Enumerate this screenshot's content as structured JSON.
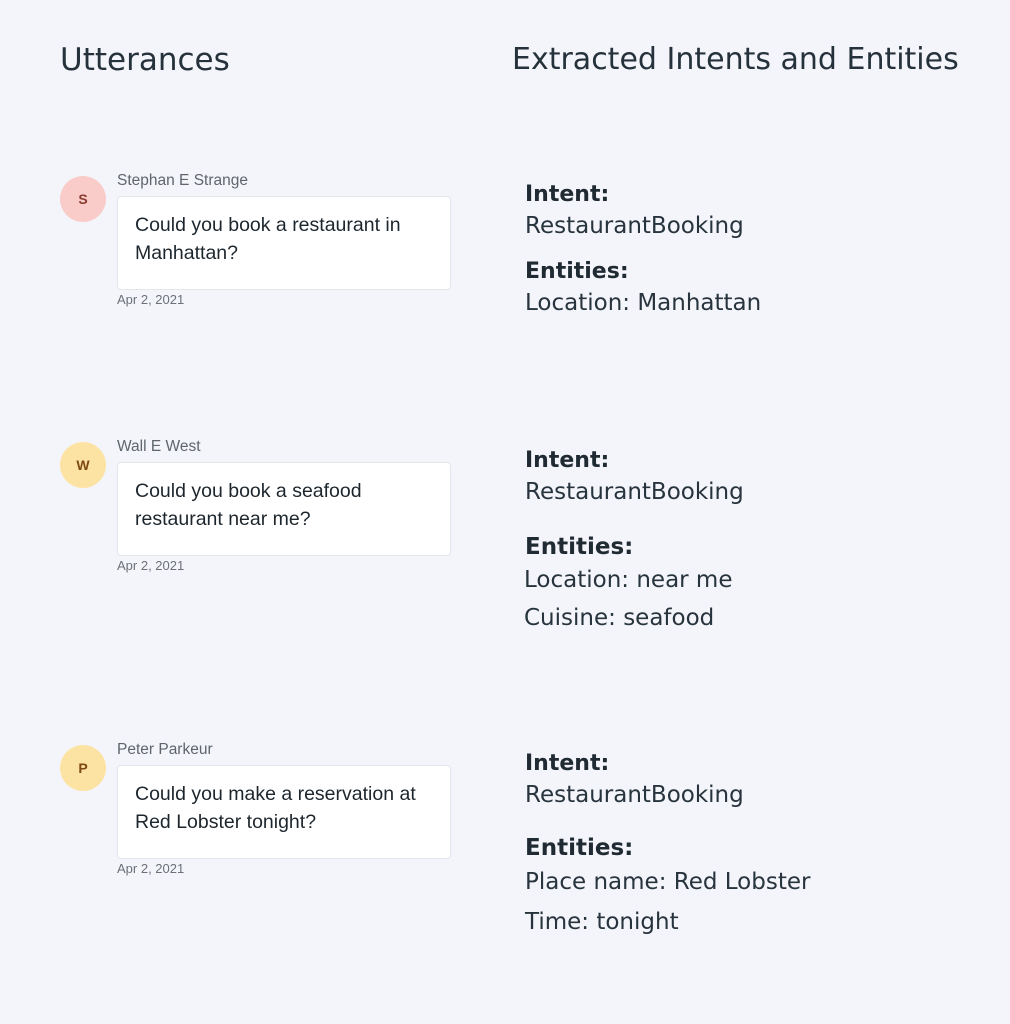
{
  "headings": {
    "left": "Utterances",
    "right": "Extracted Intents and Entities"
  },
  "labels": {
    "intent": "Intent:",
    "entities": "Entities:"
  },
  "utterances": [
    {
      "initial": "S",
      "avatar_bg": "#f9ccca",
      "avatar_fg": "#8a3a2e",
      "name": "Stephan E Strange",
      "text": "Could you book a restaurant in Manhattan?",
      "date": "Apr 2, 2021",
      "intent": "RestaurantBooking",
      "entities": [
        "Location: Manhattan"
      ]
    },
    {
      "initial": "W",
      "avatar_bg": "#fde3a3",
      "avatar_fg": "#7d4a12",
      "name": "Wall E West",
      "text": "Could you book a seafood restaurant near me?",
      "date": "Apr 2, 2021",
      "intent": "RestaurantBooking",
      "entities": [
        "Location: near me",
        "Cuisine: seafood"
      ]
    },
    {
      "initial": "P",
      "avatar_bg": "#fde3a3",
      "avatar_fg": "#7d4a12",
      "name": "Peter Parkeur",
      "text": "Could you make a reservation at Red Lobster tonight?",
      "date": "Apr 2, 2021",
      "intent": "RestaurantBooking",
      "entities": [
        "Place name: Red Lobster",
        "Time: tonight"
      ]
    }
  ]
}
